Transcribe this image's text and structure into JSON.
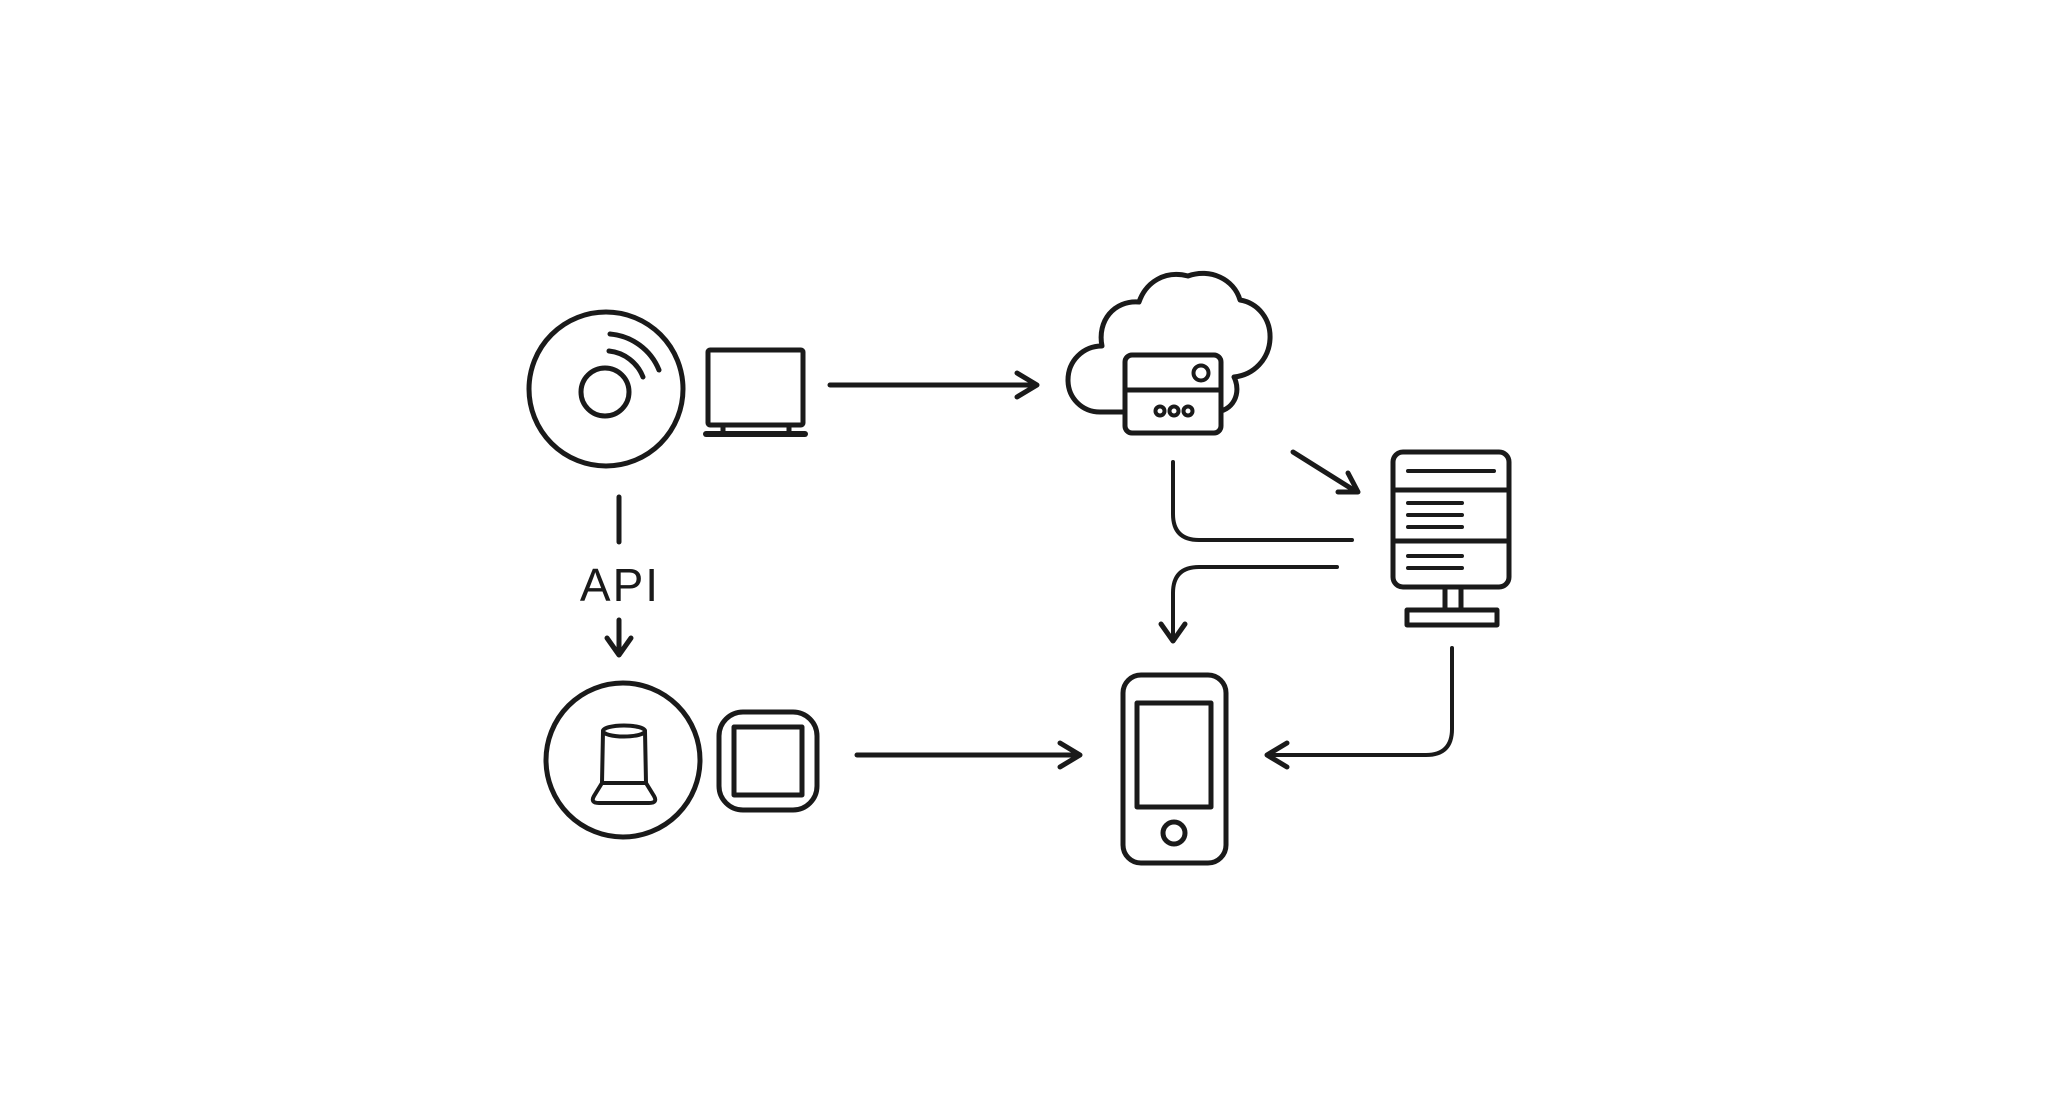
{
  "colors": {
    "ink": "#1a1a1a",
    "background": "#ffffff"
  },
  "diagram": {
    "api_label": "API",
    "nodes": [
      {
        "id": "smart-hub",
        "icon": "smart-hub-icon",
        "shape": "circle with wifi waves"
      },
      {
        "id": "monitor",
        "icon": "monitor-icon",
        "shape": "display on stand"
      },
      {
        "id": "cloud-server",
        "icon": "cloud-server-icon",
        "shape": "cloud containing server box"
      },
      {
        "id": "server-rack",
        "icon": "server-rack-icon",
        "shape": "server tower on pedestal"
      },
      {
        "id": "smart-speaker",
        "icon": "smart-speaker-icon",
        "shape": "speaker cylinder in circle"
      },
      {
        "id": "app-window",
        "icon": "app-window-icon",
        "shape": "rounded square with inner square"
      },
      {
        "id": "smartphone",
        "icon": "smartphone-icon",
        "shape": "phone with screen and home button"
      }
    ],
    "connectors": [
      {
        "from": "smart-hub",
        "to": "cloud-server",
        "style": "straight-arrow-right"
      },
      {
        "from": "smart-hub",
        "to": "smart-speaker",
        "style": "straight-arrow-down",
        "label": "API"
      },
      {
        "from": "cloud-server",
        "to": "server-rack",
        "style": "diagonal-arrow"
      },
      {
        "from": "cloud-server",
        "to": "server-rack",
        "style": "elbow-line-no-arrow"
      },
      {
        "from": "server-rack",
        "to": "smartphone",
        "style": "elbow-arrow-down"
      },
      {
        "from": "server-rack",
        "to": "smartphone",
        "style": "elbow-arrow-left"
      },
      {
        "from": "smart-speaker",
        "to": "smartphone",
        "style": "straight-arrow-right"
      }
    ]
  }
}
